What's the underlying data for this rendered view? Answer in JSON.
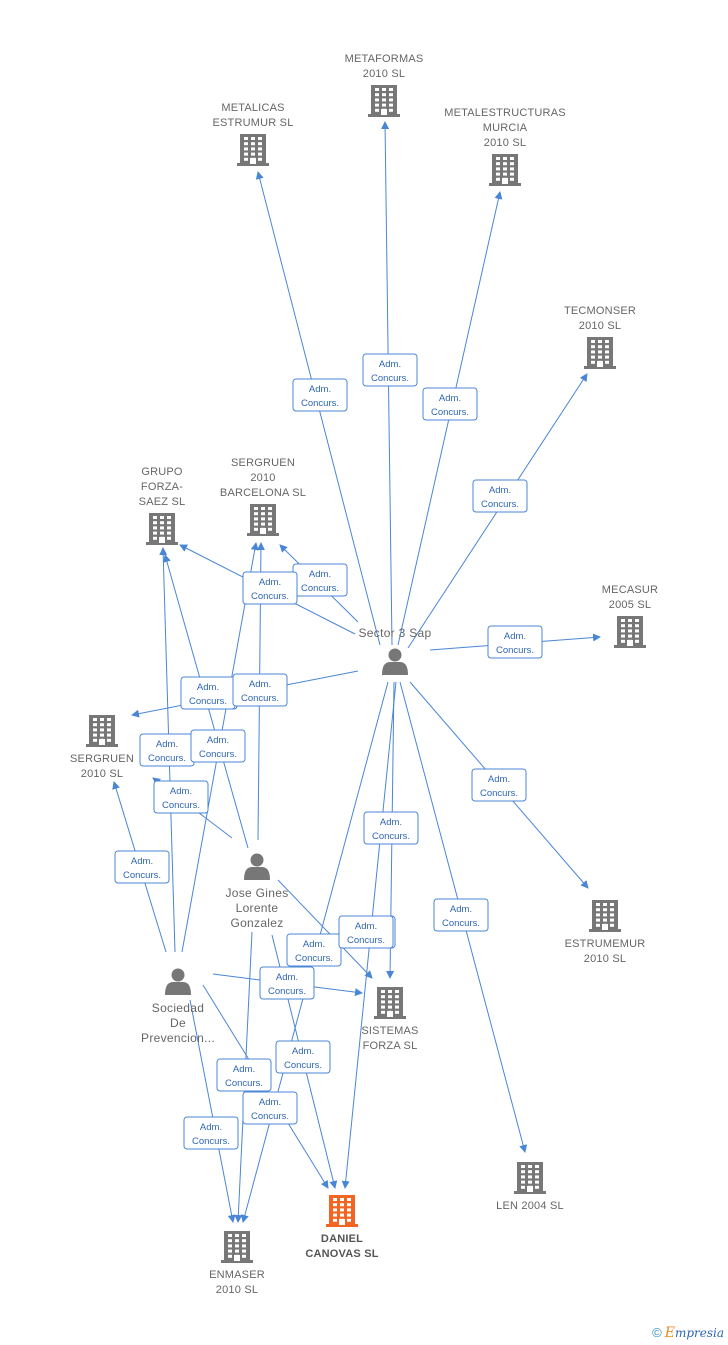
{
  "nodes": [
    {
      "id": "metaformas",
      "type": "company",
      "lines": [
        "METAFORMAS",
        "2010 SL"
      ]
    },
    {
      "id": "metalicas",
      "type": "company",
      "lines": [
        "METALICAS",
        "ESTRUMUR SL"
      ]
    },
    {
      "id": "metalestructuras",
      "type": "company",
      "lines": [
        "METALESTRUCTURAS",
        "MURCIA",
        "2010 SL"
      ]
    },
    {
      "id": "tecmonser",
      "type": "company",
      "lines": [
        "TECMONSER",
        "2010 SL"
      ]
    },
    {
      "id": "grupo",
      "type": "company",
      "lines": [
        "GRUPO",
        "FORZA-",
        "SAEZ SL"
      ]
    },
    {
      "id": "sergruen_bcn",
      "type": "company",
      "lines": [
        "SERGRUEN",
        "2010",
        "BARCELONA SL"
      ]
    },
    {
      "id": "mecasur",
      "type": "company",
      "lines": [
        "MECASUR",
        "2005 SL"
      ]
    },
    {
      "id": "sergruen",
      "type": "company",
      "lines": [
        "SERGRUEN",
        "2010 SL"
      ]
    },
    {
      "id": "estrumemur",
      "type": "company",
      "lines": [
        "ESTRUMEMUR",
        "2010 SL"
      ]
    },
    {
      "id": "sistemas",
      "type": "company",
      "lines": [
        "SISTEMAS",
        "FORZA SL"
      ]
    },
    {
      "id": "len",
      "type": "company",
      "lines": [
        "LEN 2004 SL"
      ]
    },
    {
      "id": "daniel",
      "type": "company",
      "highlight": true,
      "lines": [
        "DANIEL",
        "CANOVAS SL"
      ]
    },
    {
      "id": "enmaser",
      "type": "company",
      "lines": [
        "ENMASER",
        "2010 SL"
      ]
    },
    {
      "id": "sector3",
      "type": "person",
      "lines": [
        "Sector 3 Sap"
      ]
    },
    {
      "id": "jose",
      "type": "person",
      "lines": [
        "Jose Gines",
        "Lorente",
        "Gonzalez"
      ]
    },
    {
      "id": "sociedad",
      "type": "person",
      "lines": [
        "Sociedad",
        "De",
        "Prevencion..."
      ]
    }
  ],
  "edge_label": [
    "Adm.",
    "Concurs."
  ],
  "edges": [
    {
      "from": "sector3",
      "to": "metalicas"
    },
    {
      "from": "sector3",
      "to": "metaformas"
    },
    {
      "from": "sector3",
      "to": "metalestructuras"
    },
    {
      "from": "sector3",
      "to": "tecmonser"
    },
    {
      "from": "sector3",
      "to": "mecasur"
    },
    {
      "from": "sector3",
      "to": "sergruen_bcn"
    },
    {
      "from": "sector3",
      "to": "grupo"
    },
    {
      "from": "sector3",
      "to": "sergruen"
    },
    {
      "from": "sector3",
      "to": "estrumemur"
    },
    {
      "from": "sector3",
      "to": "sistemas"
    },
    {
      "from": "sector3",
      "to": "len"
    },
    {
      "from": "sector3",
      "to": "daniel"
    },
    {
      "from": "sector3",
      "to": "enmaser"
    },
    {
      "from": "jose",
      "to": "grupo"
    },
    {
      "from": "jose",
      "to": "sergruen_bcn"
    },
    {
      "from": "jose",
      "to": "sergruen"
    },
    {
      "from": "jose",
      "to": "sistemas"
    },
    {
      "from": "jose",
      "to": "daniel"
    },
    {
      "from": "jose",
      "to": "enmaser"
    },
    {
      "from": "sociedad",
      "to": "grupo"
    },
    {
      "from": "sociedad",
      "to": "sergruen_bcn"
    },
    {
      "from": "sociedad",
      "to": "sergruen"
    },
    {
      "from": "sociedad",
      "to": "sistemas"
    },
    {
      "from": "sociedad",
      "to": "daniel"
    },
    {
      "from": "sociedad",
      "to": "enmaser"
    }
  ],
  "colors": {
    "edge": "#4a86d6",
    "company": "#777777",
    "company_highlight": "#f26522",
    "person": "#777777",
    "label_text": "#2f66b3"
  },
  "footer": {
    "copyright": "©",
    "brand_initial": "E",
    "brand_rest": "mpresia"
  }
}
